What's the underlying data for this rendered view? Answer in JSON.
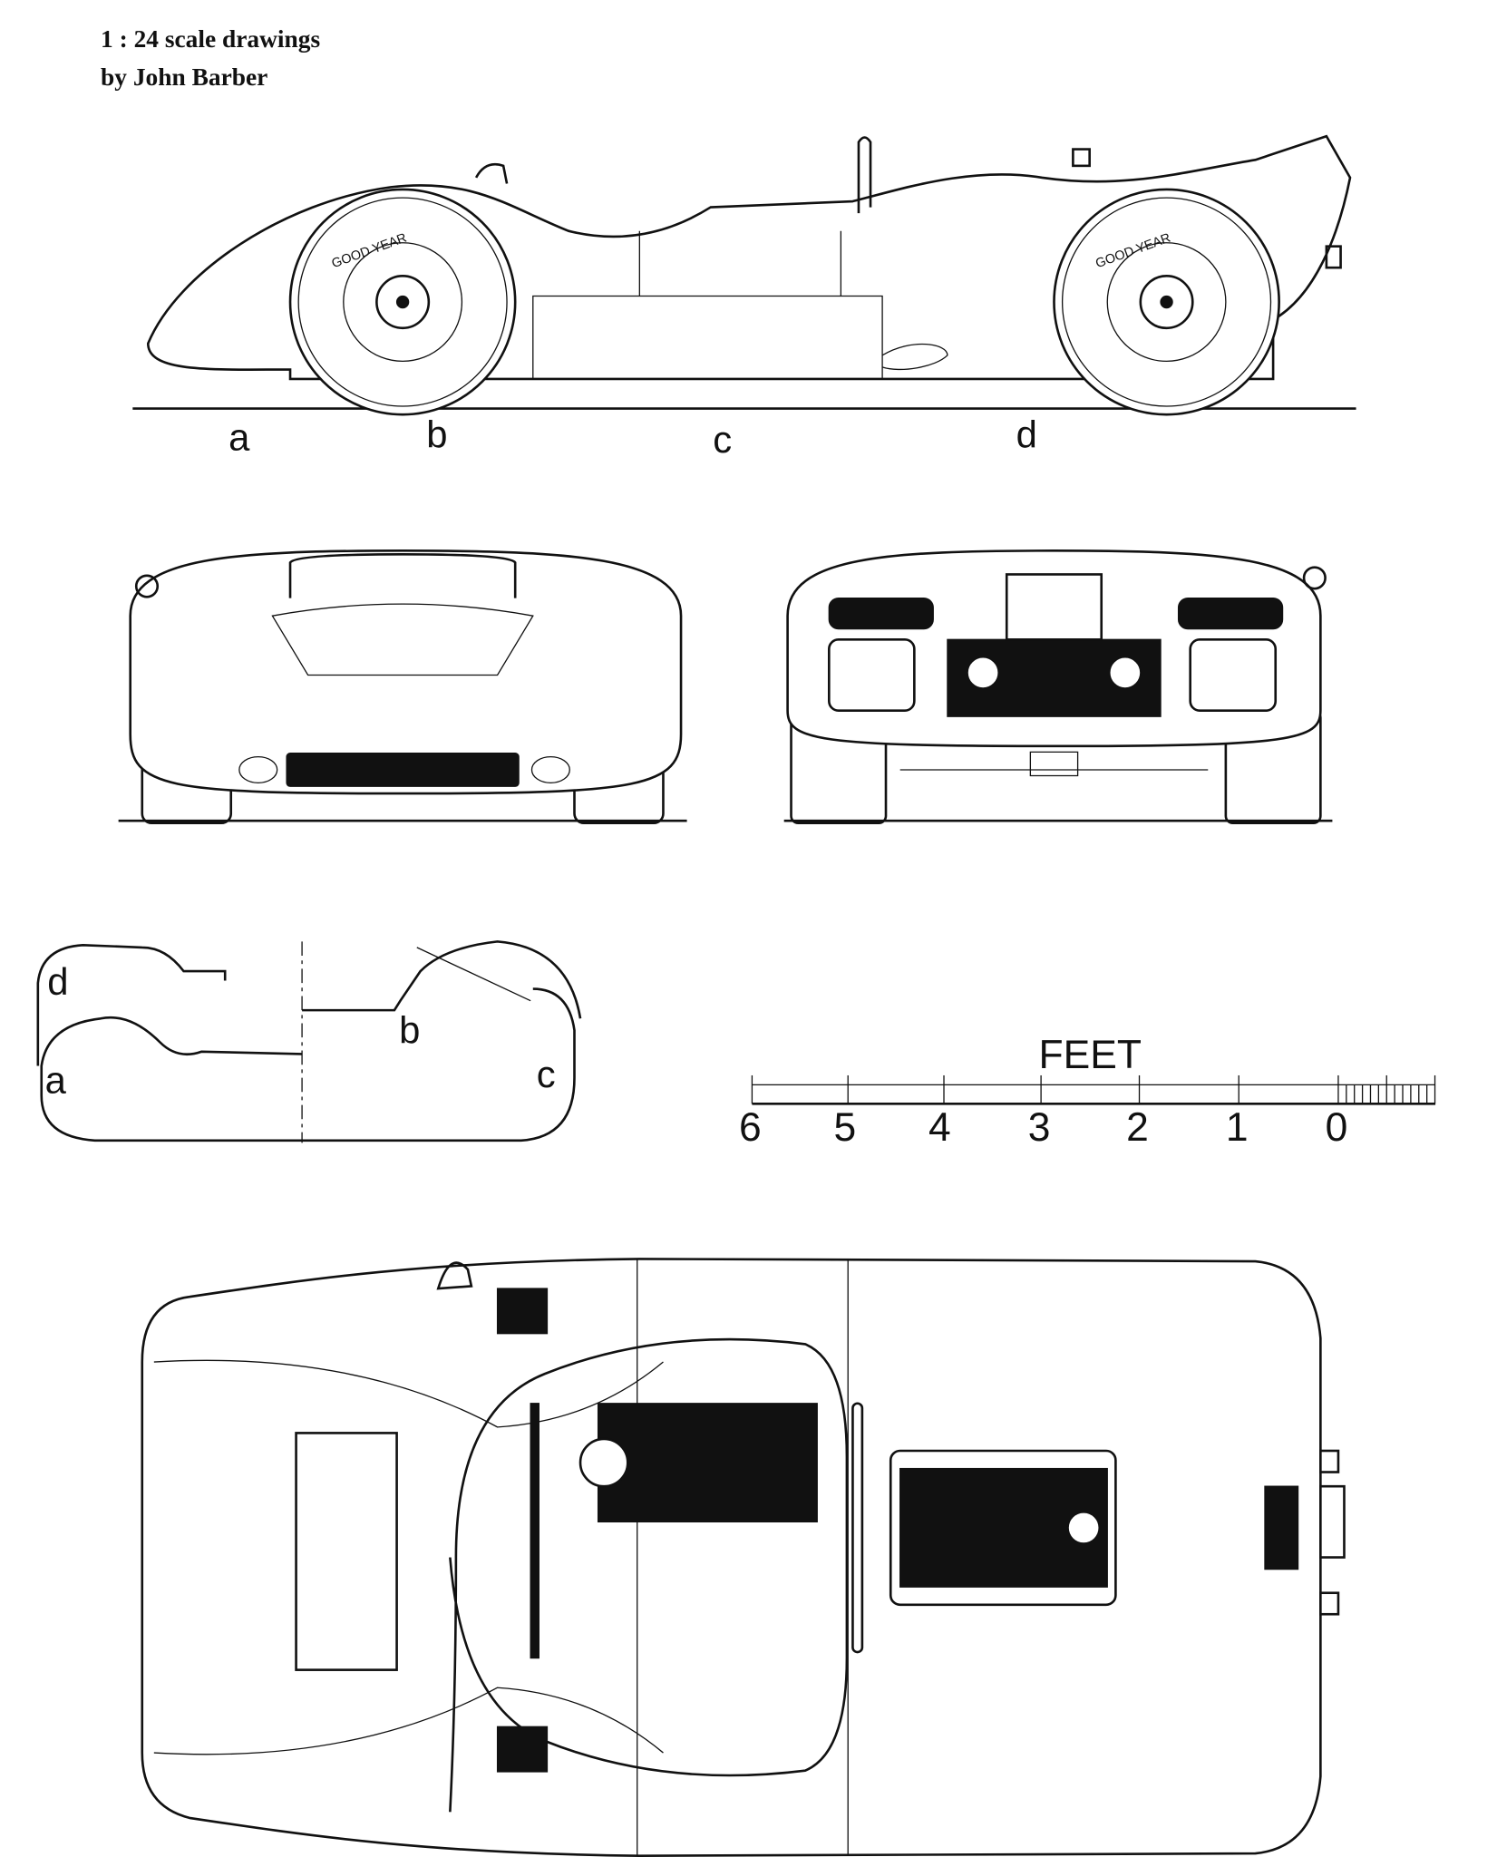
{
  "header": {
    "line1": "1 : 24  scale  drawings",
    "line2": "by  John  Barber"
  },
  "side_view": {
    "labels": [
      "a",
      "b",
      "c",
      "d"
    ],
    "tire_text": "GOOD YEAR"
  },
  "section_view": {
    "labels": [
      "d",
      "a",
      "b",
      "c"
    ]
  },
  "scale_bar": {
    "unit": "FEET",
    "ticks": [
      "6",
      "5",
      "4",
      "3",
      "2",
      "1",
      "0"
    ]
  },
  "colors": {
    "ink": "#111111",
    "paper": "#ffffff"
  }
}
